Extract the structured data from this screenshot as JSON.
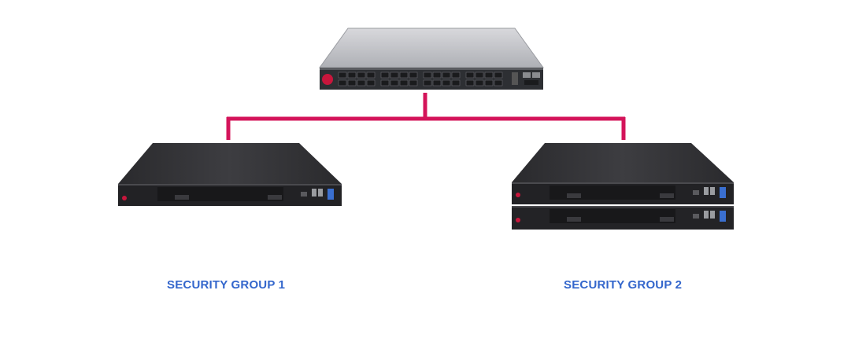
{
  "colors": {
    "connector": "#d4145a",
    "label": "#3366cc",
    "switch_body": "#b9b9bd",
    "appliance_body": "#2b2b2e",
    "brand_red": "#c8163c"
  },
  "devices": {
    "switch": {
      "icon": "network-switch"
    },
    "group1": {
      "icon": "security-appliance",
      "count": 1
    },
    "group2": {
      "icon": "security-appliance",
      "count": 2
    }
  },
  "groups": {
    "group1": {
      "label": "SECURITY GROUP 1"
    },
    "group2": {
      "label": "SECURITY GROUP 2"
    }
  }
}
